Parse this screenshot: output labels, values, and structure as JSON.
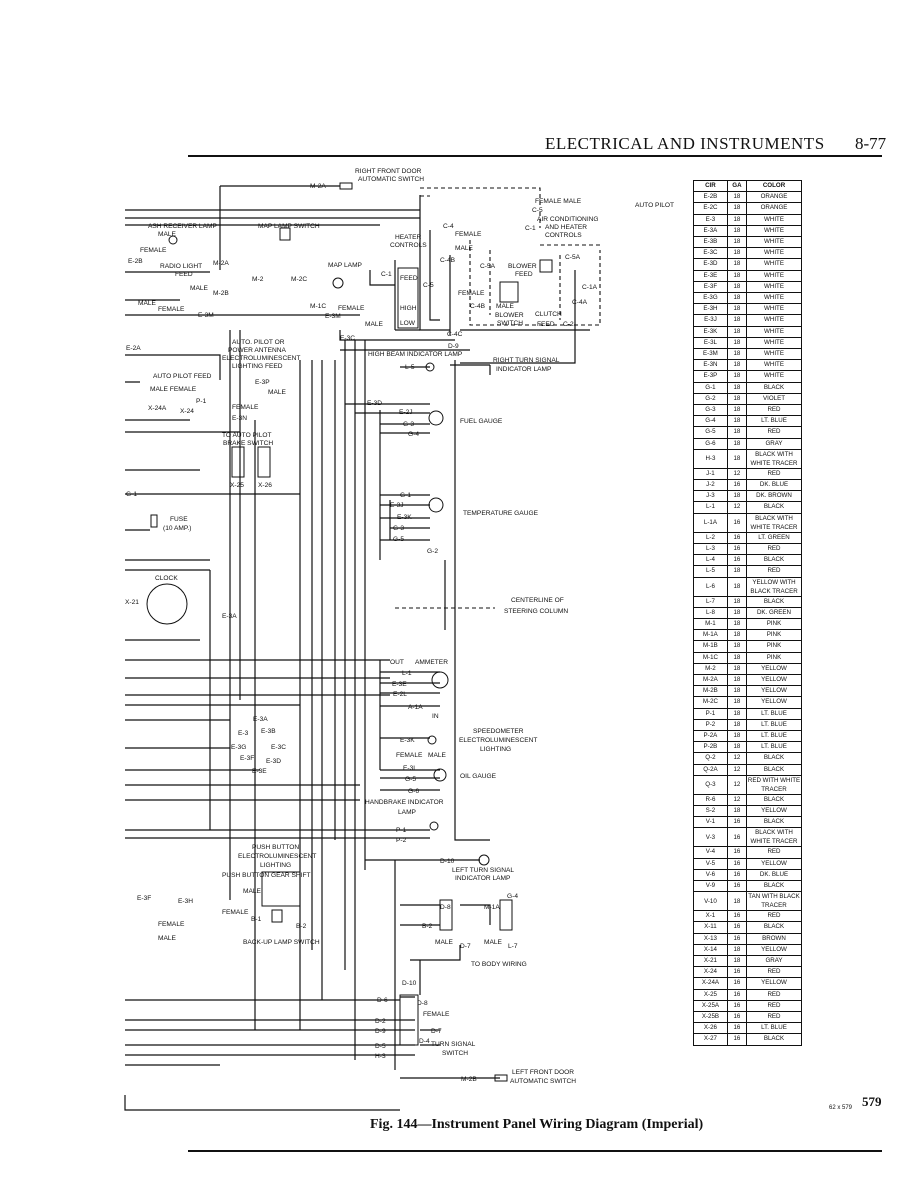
{
  "header": {
    "title": "ELECTRICAL AND INSTRUMENTS",
    "page": "8-77"
  },
  "labels": {
    "right_door": "RIGHT FRONT DOOR",
    "right_door2": "AUTOMATIC SWITCH",
    "m2a_top": "M-2A",
    "female_male": "FEMALE  MALE",
    "c5": "C-5",
    "air_cond": "AIR CONDITIONING",
    "air_cond2": "AND HEATER",
    "air_cond3": "CONTROLS",
    "c1_top": "C-1",
    "ash_lamp": "ASH RECEIVER LAMP",
    "male1": "MALE",
    "female1": "FEMALE",
    "e2b": "E-2B",
    "map_lamp_switch": "MAP LAMP SWITCH",
    "heater": "HEATER",
    "controls": "CONTROLS",
    "c4": "C-4",
    "female2": "FEMALE",
    "male2": "MALE",
    "c4b": "C-4B",
    "radio_light": "RADIO LIGHT",
    "feed": "FEED",
    "m2a": "M-2A",
    "map_lamp": "MAP LAMP",
    "male3": "MALE",
    "m2b": "M-2B",
    "m2": "M-2",
    "m2c": "M-2C",
    "c1": "C-1",
    "feed2": "FEED",
    "c5b": "C-5",
    "c5a": "C-5A",
    "blower": "BLOWER",
    "feed3": "FEED",
    "c5a2": "C-5A",
    "c1a": "C-1A",
    "c4a": "C-4A",
    "female3": "FEMALE",
    "male4": "MALE",
    "female4": "FEMALE",
    "e3m": "E-3M",
    "m1c": "M-1C",
    "female5": "FEMALE",
    "e3m2": "E-3M",
    "high": "HIGH",
    "low": "LOW",
    "male5": "MALE",
    "c4b2": "C-4B",
    "male6": "MALE",
    "blower_switch": "BLOWER",
    "switch": "SWITCH",
    "clutch": "CLUTCH",
    "feed4": "FEED",
    "c2": "C-2",
    "c4c": "C-4C",
    "e3c": "E-3C",
    "e2a": "E-2A",
    "auto_pilot_or": "AUTO. PILOT OR",
    "power_antenna": "POWER ANTENNA",
    "electro": "ELECTROLUMINESCENT",
    "lighting_feed": "LIGHTING FEED",
    "d9": "D-9",
    "high_beam": "HIGH BEAM INDICATOR LAMP",
    "l5": "L-5",
    "right_turn": "RIGHT TURN SIGNAL",
    "right_turn2": "INDICATOR LAMP",
    "auto_pilot_feed": "AUTO PILOT FEED",
    "e3p": "E-3P",
    "male7": "MALE",
    "female6": "FEMALE",
    "e3n": "E-3N",
    "male_female": "MALE  FEMALE",
    "p1": "P-1",
    "x24a": "X-24A",
    "x24": "X-24",
    "to_auto_pilot": "TO AUTO PILOT",
    "brake_switch": "BRAKE SWITCH",
    "x25": "X-25",
    "x26": "X-26",
    "e3d": "E-3D",
    "e2j": "E-2J",
    "g3": "G-3",
    "g4": "G-4",
    "fuel_gauge": "FUEL GAUGE",
    "g1_left": "G-1",
    "fuse": "FUSE",
    "fuse2": "(10 AMP.)",
    "g1": "G-1",
    "e3j": "E-3J",
    "e3k": "E-3K",
    "g3b": "G-3",
    "g5": "G-5",
    "temp_gauge": "TEMPERATURE GAUGE",
    "g2": "G-2",
    "clock": "CLOCK",
    "x21": "X-21",
    "e3a_mid": "E-3A",
    "centerline": "CENTERLINE OF",
    "centerline2": "STEERING COLUMN",
    "out": "OUT",
    "ammeter": "AMMETER",
    "l1": "L-1",
    "e3e": "E-3E",
    "e2l": "E-2L",
    "a1a": "A-1A",
    "in": "IN",
    "e3a": "E-3A",
    "e3b": "E-3B",
    "e3": "E-3",
    "e3g": "E-3G",
    "e3c2": "E-3C",
    "e3f": "E-3F",
    "e3d2": "E-3D",
    "e3e2": "E-3E",
    "e3k2": "E-3K",
    "speedo": "SPEEDOMETER",
    "speedo2": "ELECTROLUMINESCENT",
    "speedo3": "LIGHTING",
    "female7": "FEMALE",
    "male8": "MALE",
    "e3l": "E-3L",
    "g5b": "G-5",
    "g6": "G-6",
    "oil_gauge": "OIL GAUGE",
    "handbrake": "HANDBRAKE INDICATOR",
    "lamp": "LAMP",
    "p1b": "P-1",
    "p2": "P-2",
    "push_button": "PUSH BUTTON",
    "push_button2": "ELECTROLUMINESCENT",
    "push_button3": "LIGHTING",
    "push_gear": "PUSH BUTTON GEAR SHIFT",
    "d10": "D-10",
    "left_turn": "LEFT TURN SIGNAL",
    "left_turn2": "INDICATOR LAMP",
    "g4b": "G-4",
    "e3f2": "E-3F",
    "e3h": "E-3H",
    "male9": "MALE",
    "female8": "FEMALE",
    "b1": "B-1",
    "b2": "B-2",
    "female9": "FEMALE",
    "male10": "MALE",
    "backup": "BACK-UP LAMP SWITCH",
    "d8": "D-8",
    "m1a": "M-1A",
    "b2b": "B-2",
    "male11": "MALE",
    "d7": "D-7",
    "male12": "MALE",
    "l7": "L-7",
    "to_body": "TO BODY WIRING",
    "d10b": "D-10",
    "d6": "D-6",
    "d8b": "D-8",
    "female10": "FEMALE",
    "d2": "D-2",
    "d9b": "D-9",
    "d7b": "D-7",
    "d5": "D-5",
    "d4": "D-4",
    "turn_signal": "TURN SIGNAL",
    "switch2": "SWITCH",
    "h3": "H-3",
    "m2b2": "M-2B",
    "left_door": "LEFT FRONT DOOR",
    "left_door2": "AUTOMATIC SWITCH"
  },
  "table": {
    "autopilot_label": "AUTO PILOT",
    "headers": [
      "CIR",
      "GA",
      "COLOR"
    ],
    "rows": [
      [
        "E-2B",
        "18",
        "ORANGE"
      ],
      [
        "E-2C",
        "18",
        "ORANGE"
      ],
      [
        "E-3",
        "18",
        "WHITE"
      ],
      [
        "E-3A",
        "18",
        "WHITE"
      ],
      [
        "E-3B",
        "18",
        "WHITE"
      ],
      [
        "E-3C",
        "18",
        "WHITE"
      ],
      [
        "E-3D",
        "18",
        "WHITE"
      ],
      [
        "E-3E",
        "18",
        "WHITE"
      ],
      [
        "E-3F",
        "18",
        "WHITE"
      ],
      [
        "E-3G",
        "18",
        "WHITE"
      ],
      [
        "E-3H",
        "18",
        "WHITE"
      ],
      [
        "E-3J",
        "18",
        "WHITE"
      ],
      [
        "E-3K",
        "18",
        "WHITE"
      ],
      [
        "E-3L",
        "18",
        "WHITE"
      ],
      [
        "E-3M",
        "18",
        "WHITE"
      ],
      [
        "E-3N",
        "18",
        "WHITE"
      ],
      [
        "E-3P",
        "18",
        "WHITE"
      ],
      [
        "G-1",
        "18",
        "BLACK"
      ],
      [
        "G-2",
        "18",
        "VIOLET"
      ],
      [
        "G-3",
        "18",
        "RED"
      ],
      [
        "G-4",
        "18",
        "LT. BLUE"
      ],
      [
        "G-5",
        "18",
        "RED"
      ],
      [
        "G-6",
        "18",
        "GRAY"
      ],
      [
        "H-3",
        "18",
        "BLACK WITH WHITE TRACER"
      ],
      [
        "J-1",
        "12",
        "RED"
      ],
      [
        "J-2",
        "16",
        "DK. BLUE"
      ],
      [
        "J-3",
        "18",
        "DK. BROWN"
      ],
      [
        "L-1",
        "12",
        "BLACK"
      ],
      [
        "L-1A",
        "16",
        "BLACK WITH WHITE TRACER"
      ],
      [
        "L-2",
        "16",
        "LT. GREEN"
      ],
      [
        "L-3",
        "16",
        "RED"
      ],
      [
        "L-4",
        "16",
        "BLACK"
      ],
      [
        "L-5",
        "18",
        "RED"
      ],
      [
        "L-6",
        "18",
        "YELLOW WITH BLACK TRACER"
      ],
      [
        "L-7",
        "18",
        "BLACK"
      ],
      [
        "L-8",
        "18",
        "DK. GREEN"
      ],
      [
        "M-1",
        "18",
        "PINK"
      ],
      [
        "M-1A",
        "18",
        "PINK"
      ],
      [
        "M-1B",
        "18",
        "PINK"
      ],
      [
        "M-1C",
        "18",
        "PINK"
      ],
      [
        "M-2",
        "18",
        "YELLOW"
      ],
      [
        "M-2A",
        "18",
        "YELLOW"
      ],
      [
        "M-2B",
        "18",
        "YELLOW"
      ],
      [
        "M-2C",
        "18",
        "YELLOW"
      ],
      [
        "P-1",
        "18",
        "LT. BLUE"
      ],
      [
        "P-2",
        "18",
        "LT. BLUE"
      ],
      [
        "P-2A",
        "18",
        "LT. BLUE"
      ],
      [
        "P-2B",
        "18",
        "LT. BLUE"
      ],
      [
        "Q-2",
        "12",
        "BLACK"
      ],
      [
        "Q-2A",
        "12",
        "BLACK"
      ],
      [
        "Q-3",
        "12",
        "RED WITH WHITE TRACER"
      ],
      [
        "R-6",
        "12",
        "BLACK"
      ],
      [
        "S-2",
        "18",
        "YELLOW"
      ],
      [
        "V-1",
        "16",
        "BLACK"
      ],
      [
        "V-3",
        "16",
        "BLACK WITH WHITE TRACER"
      ],
      [
        "V-4",
        "16",
        "RED"
      ],
      [
        "V-5",
        "16",
        "YELLOW"
      ],
      [
        "V-6",
        "16",
        "DK. BLUE"
      ],
      [
        "V-9",
        "16",
        "BLACK"
      ],
      [
        "V-10",
        "18",
        "TAN WITH BLACK TRACER"
      ],
      [
        "X-1",
        "16",
        "RED"
      ],
      [
        "X-11",
        "16",
        "BLACK"
      ],
      [
        "X-13",
        "16",
        "BROWN"
      ],
      [
        "X-14",
        "18",
        "YELLOW"
      ],
      [
        "X-21",
        "18",
        "GRAY"
      ],
      [
        "X-24",
        "16",
        "RED"
      ],
      [
        "X-24A",
        "16",
        "YELLOW"
      ],
      [
        "X-25",
        "16",
        "RED"
      ],
      [
        "X-25A",
        "16",
        "RED"
      ],
      [
        "X-25B",
        "16",
        "RED"
      ],
      [
        "X-26",
        "16",
        "LT. BLUE"
      ],
      [
        "X-27",
        "16",
        "BLACK"
      ]
    ]
  },
  "footer": {
    "page_number": "579",
    "page_ref": "62 x 579",
    "caption": "Fig. 144—Instrument Panel Wiring Diagram (Imperial)"
  }
}
